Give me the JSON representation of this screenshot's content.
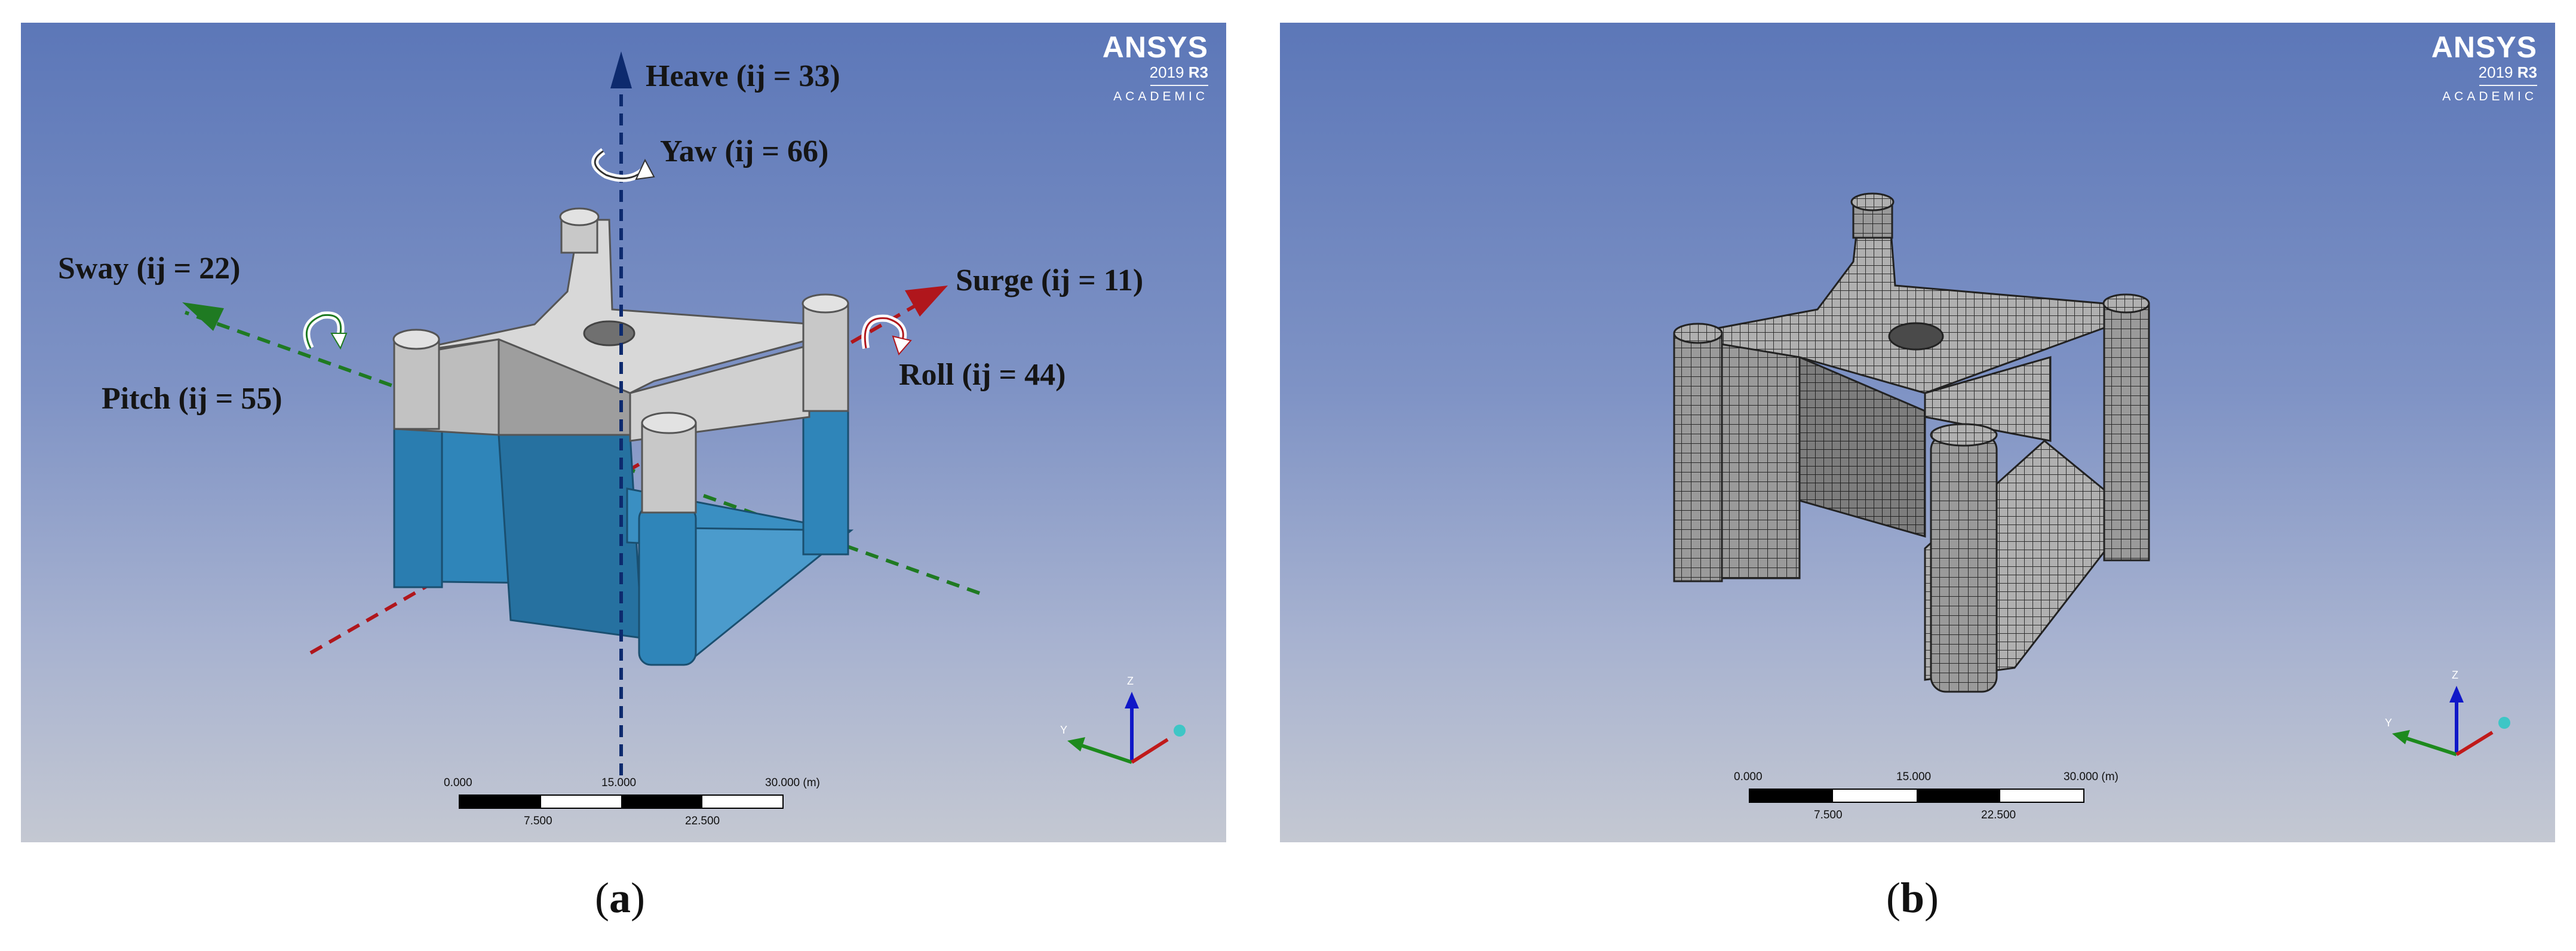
{
  "panel_a": {
    "logo": {
      "name": "ANSYS",
      "version": "2019",
      "release": "R3",
      "edition": "ACADEMIC"
    },
    "dof_labels": {
      "heave": "Heave (ij = 33)",
      "yaw": "Yaw (ij  = 66)",
      "sway": "Sway (ij = 22)",
      "surge": "Surge (ij = 11)",
      "pitch": "Pitch (ij  = 55)",
      "roll": "Roll (ij = 44)"
    },
    "scale_bar": {
      "top": [
        "0.000",
        "15.000",
        "30.000 (m)"
      ],
      "bottom": [
        "7.500",
        "22.500"
      ]
    },
    "triad": {
      "z": "Z",
      "y": "Y"
    },
    "caption": "a"
  },
  "panel_b": {
    "logo": {
      "name": "ANSYS",
      "version": "2019",
      "release": "R3",
      "edition": "ACADEMIC"
    },
    "scale_bar": {
      "top": [
        "0.000",
        "15.000",
        "30.000 (m)"
      ],
      "bottom": [
        "7.500",
        "22.500"
      ]
    },
    "triad": {
      "z": "Z",
      "y": "Y"
    },
    "caption": "b"
  },
  "colors": {
    "background_top": "#5c77b8",
    "background_bottom": "#c4c8d2",
    "platform_grey": "#c9c9c9",
    "submerged_blue": "#2f85b9",
    "heave_axis": "#0d2a6e",
    "surge_axis": "#b0161c",
    "sway_axis": "#1f7a22"
  }
}
